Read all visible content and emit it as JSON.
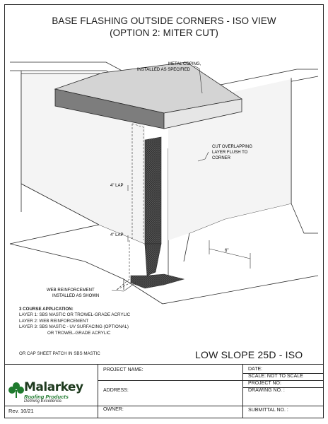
{
  "title": {
    "line1": "BASE FLASHING OUTSIDE CORNERS - ISO VIEW",
    "line2": "(OPTION 2: MITER CUT)"
  },
  "callouts": {
    "coping_1": "METAL COPING,",
    "coping_2": "INSTALLED AS SPECIFIED",
    "cut_1": "CUT OVERLAPPING",
    "cut_2": "LAYER FLUSH TO",
    "cut_3": "CORNER",
    "lap_upper": "4\" LAP",
    "lap_lower": "4\" LAP",
    "six_in": "6\"",
    "web_1": "WEB REINFORCEMENT",
    "web_2": "INSTALLED AS SHOWN"
  },
  "notes": {
    "heading": "3 COURSE APPLICATION:",
    "layer1": "LAYER 1: SBS MASTIC OR TROWEL-GRADE ACRYLIC",
    "layer2": "LAYER 2: WEB REINFORCEMENT",
    "layer3a": "LAYER 3: SBS MASTIC - UV SURFACING (OPTIONAL)",
    "layer3b": "OR TROWEL-GRADE ACRYLIC",
    "patch": "OR CAP SHEET PATCH IN SBS MASTIC"
  },
  "sheet_id": "LOW SLOPE 25D - ISO",
  "title_block": {
    "project_name": "PROJECT NAME:",
    "address": "ADDRESS:",
    "owner": "OWNER:",
    "date": "DATE:",
    "scale": "SCALE:  NOT TO SCALE",
    "project_no": "PROJECT NO:",
    "drawing_no": "DRAWING NO. :",
    "submittal_no": "SUBMITTAL NO. :",
    "revision": "Rev. 10/21"
  },
  "logo": {
    "name": "Malarkey",
    "sub": "Roofing Products",
    "tagline": "Defining Excellence."
  },
  "colors": {
    "line": "#2a2a2a",
    "wall_face": "#f2f2f2",
    "coping_top": "#d4d4d4",
    "coping_front": "#7d7d7d",
    "flashing": "#4a4a4a",
    "logo_green": "#1f7a2e"
  }
}
